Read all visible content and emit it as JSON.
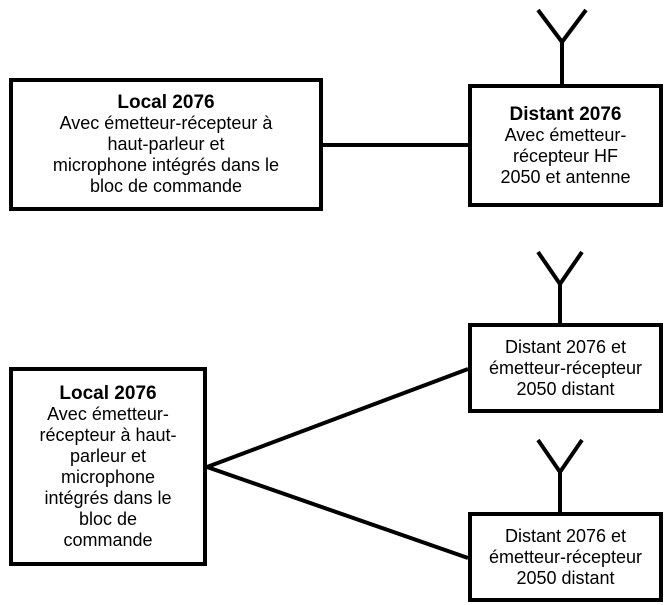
{
  "diagram_top": {
    "local": {
      "title": "Local 2076",
      "lines": [
        "Avec émetteur-récepteur à",
        "haut-parleur et",
        "microphone intégrés dans le",
        "bloc de commande"
      ]
    },
    "remote": {
      "title": "Distant 2076",
      "lines": [
        "Avec émetteur-",
        "récepteur HF",
        "2050 et antenne"
      ]
    }
  },
  "diagram_bottom": {
    "local": {
      "title": "Local 2076",
      "lines": [
        "Avec émetteur-",
        "récepteur à haut-",
        "parleur et",
        "microphone",
        "intégrés dans le",
        "bloc de",
        "commande"
      ]
    },
    "remotes": [
      {
        "lines": [
          "Distant 2076 et",
          "émetteur-récepteur",
          "2050 distant"
        ]
      },
      {
        "lines": [
          "Distant 2076 et",
          "émetteur-récepteur",
          "2050 distant"
        ]
      }
    ]
  },
  "icons": {
    "antenna": "antenna-icon",
    "stroke_color": "#000000"
  }
}
